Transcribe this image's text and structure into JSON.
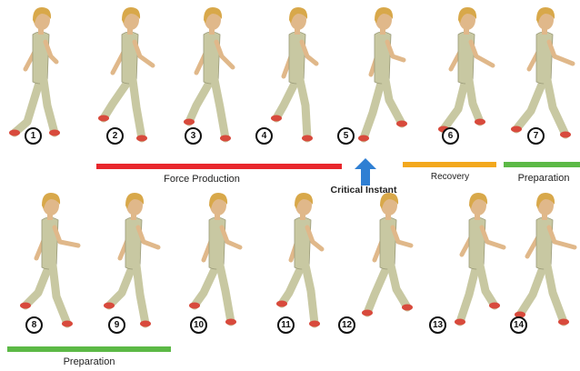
{
  "frames": [
    {
      "number": "1"
    },
    {
      "number": "2"
    },
    {
      "number": "3"
    },
    {
      "number": "4"
    },
    {
      "number": "5"
    },
    {
      "number": "6"
    },
    {
      "number": "7"
    },
    {
      "number": "8"
    },
    {
      "number": "9"
    },
    {
      "number": "10"
    },
    {
      "number": "11"
    },
    {
      "number": "12"
    },
    {
      "number": "13"
    },
    {
      "number": "14"
    }
  ],
  "phases": {
    "force_production": {
      "label": "Force Production",
      "color": "#e8262c"
    },
    "recovery": {
      "label": "Recovery",
      "color": "#f3a81d"
    },
    "preparation_top": {
      "label": "Preparation",
      "color": "#5cb946"
    },
    "preparation_bottom": {
      "label": "Preparation",
      "color": "#5cb946"
    }
  },
  "critical_instant": {
    "label": "Critical Instant",
    "color": "#2f7fd3"
  },
  "colors": {
    "hair": "#d8a84a",
    "skin": "#e0b88a",
    "clothing": "#c8c8a2",
    "shoe": "#d84a3c"
  }
}
